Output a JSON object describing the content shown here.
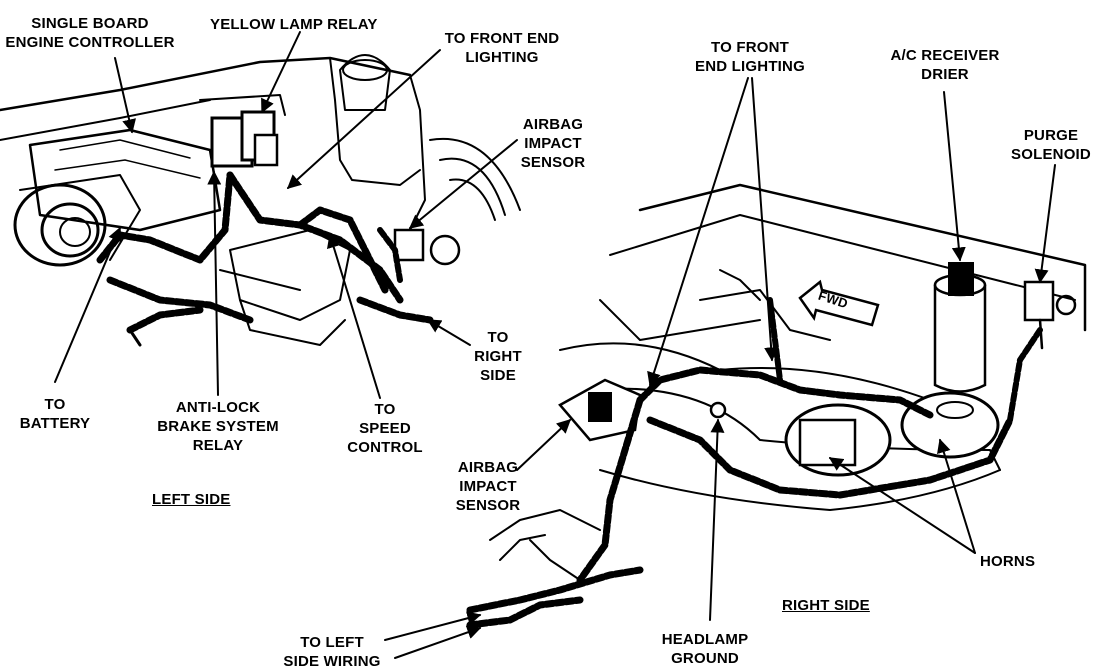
{
  "left_side": {
    "section_title": "LEFT SIDE",
    "labels": {
      "single_board_engine_controller": [
        "SINGLE BOARD",
        "ENGINE CONTROLLER"
      ],
      "yellow_lamp_relay": [
        "YELLOW LAMP RELAY"
      ],
      "to_front_end_lighting": [
        "TO FRONT END",
        "LIGHTING"
      ],
      "airbag_impact_sensor": [
        "AIRBAG",
        "IMPACT",
        "SENSOR"
      ],
      "to_right_side": [
        "TO",
        "RIGHT",
        "SIDE"
      ],
      "to_speed_control": [
        "TO",
        "SPEED",
        "CONTROL"
      ],
      "anti_lock_brake_system_relay": [
        "ANTI-LOCK",
        "BRAKE SYSTEM",
        "RELAY"
      ],
      "to_battery": [
        "TO",
        "BATTERY"
      ]
    }
  },
  "right_side": {
    "section_title": "RIGHT SIDE",
    "fwd_arrow_text": "FWD",
    "labels": {
      "to_front_end_lighting": [
        "TO FRONT",
        "END LIGHTING"
      ],
      "ac_receiver_drier": [
        "A/C RECEIVER",
        "DRIER"
      ],
      "purge_solenoid": [
        "PURGE",
        "SOLENOID"
      ],
      "airbag_impact_sensor": [
        "AIRBAG",
        "IMPACT",
        "SENSOR"
      ],
      "horns": [
        "HORNS"
      ],
      "to_left_side_wiring": [
        "TO LEFT",
        "SIDE WIRING"
      ],
      "headlamp_ground": [
        "HEADLAMP",
        "GROUND"
      ]
    }
  }
}
